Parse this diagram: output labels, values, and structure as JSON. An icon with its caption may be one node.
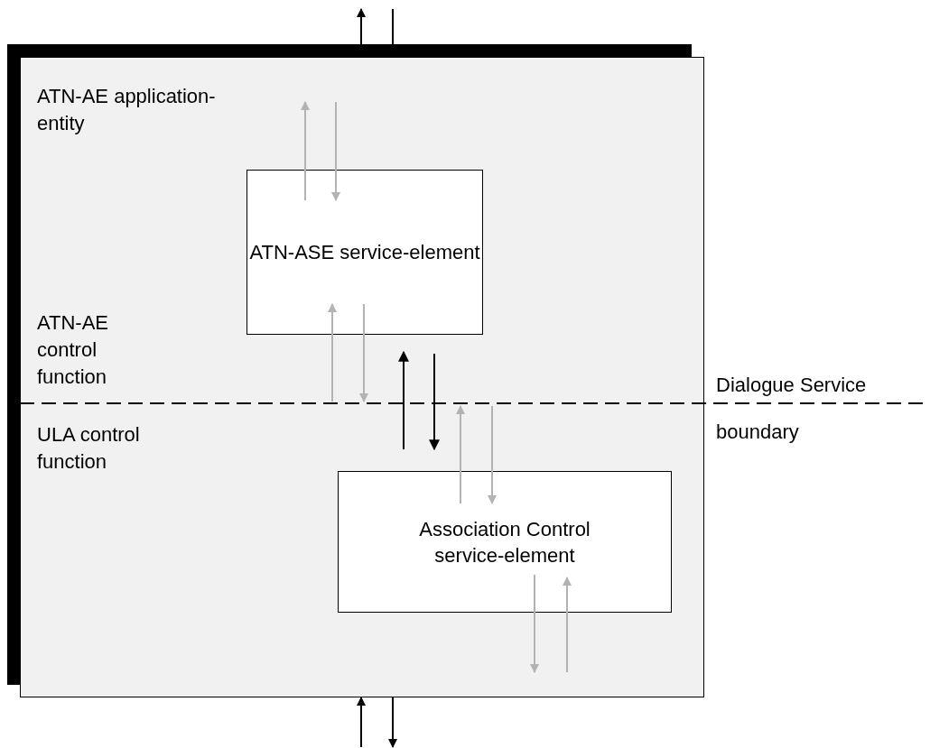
{
  "diagram": {
    "nodes": [
      {
        "text": [
          "ATN-AE application-entity",
          "ATN-AE control function",
          "ULA control function"
        ]
      },
      {
        "text": [
          "ATN-ASE service-element"
        ],
        "in": 0
      },
      {
        "text": [
          "Association Control service-element"
        ],
        "in": 0
      }
    ],
    "edges": [
      {
        "from": 0,
        "to": null,
        "arrow": "to",
        "color": "#000000"
      },
      {
        "from": null,
        "to": 0,
        "arrow": "to",
        "color": "#000000"
      },
      {
        "from": 1,
        "to": null,
        "arrow": "to"
      },
      {
        "from": null,
        "to": 1,
        "arrow": "to"
      },
      {
        "from": null,
        "to": 1,
        "arrow": "to"
      },
      {
        "from": 1,
        "to": null,
        "arrow": "to"
      },
      {
        "from": 2,
        "to": null,
        "arrow": "to"
      },
      {
        "from": null,
        "to": 2,
        "arrow": "to"
      },
      {
        "from": 2,
        "to": null,
        "arrow": "to"
      },
      {
        "from": null,
        "to": 2,
        "arrow": "to"
      },
      {
        "from": null,
        "to": 0,
        "arrow": "to",
        "color": "#000000"
      },
      {
        "from": 0,
        "to": null,
        "arrow": "to",
        "color": "#000000"
      }
    ],
    "labels": [
      "Dialogue Service",
      "boundary"
    ]
  }
}
